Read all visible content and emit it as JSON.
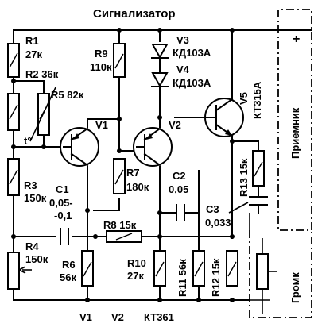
{
  "title": "Сигнализатор",
  "components": {
    "r1": [
      "R1",
      "27к"
    ],
    "r2": "R2 36к",
    "r5": "R5 82к",
    "t_mark": "t°",
    "r3": [
      "R3",
      "150к"
    ],
    "r4": [
      "R4",
      "150к"
    ],
    "r6": [
      "R6",
      "56к"
    ],
    "c1": [
      "C1",
      "0,05-",
      "-0,1"
    ],
    "r9": [
      "R9",
      "110к"
    ],
    "r7": [
      "R7",
      "180к"
    ],
    "r8": "R8   15к",
    "r10": [
      "R10",
      "27к"
    ],
    "r11": "R11 56к",
    "c2": [
      "C2",
      "0,05"
    ],
    "v3": [
      "V3",
      "КД103А"
    ],
    "v4": [
      "V4",
      "КД103А"
    ],
    "v1": "V1",
    "v2": "V2",
    "v5": "V5",
    "v5_type": "КТ315А",
    "r12": "R12 15к",
    "r13": "R13 15к",
    "c3": [
      "C3",
      "0,033"
    ],
    "plus": "+",
    "receiver": "Приемник",
    "volume": "Громк"
  },
  "footer": {
    "v1": "V1",
    "v2": "V2",
    "type": "КТ361"
  }
}
